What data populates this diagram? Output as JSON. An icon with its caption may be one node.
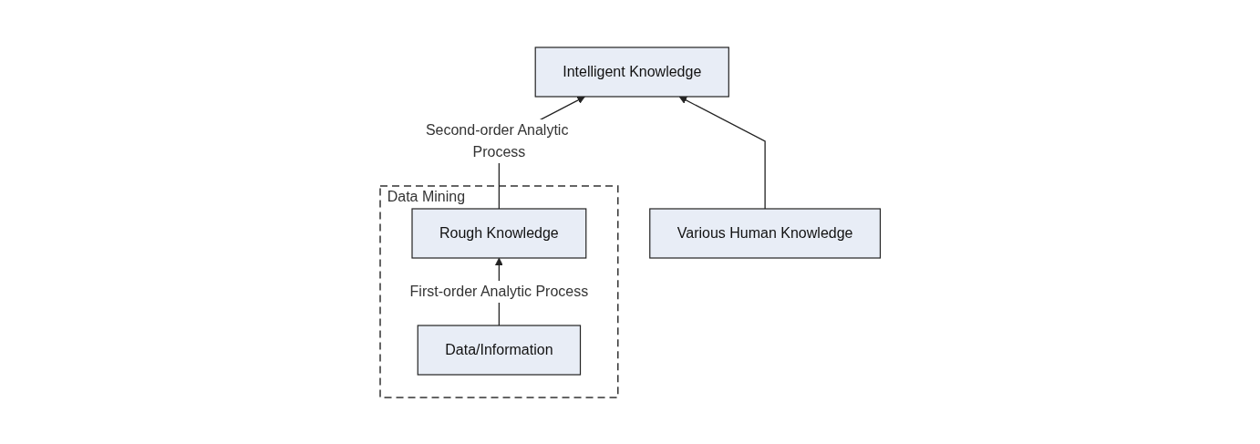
{
  "diagram": {
    "nodes": [
      {
        "text": [
          "Intelligent Knowledge"
        ]
      },
      {
        "text": [
          "Data Mining"
        ]
      },
      {
        "text": [
          "Rough Knowledge"
        ],
        "in": 1
      },
      {
        "text": [
          "Data/Information"
        ],
        "in": 1
      },
      {
        "text": [
          "Various Human Knowledge"
        ]
      }
    ],
    "edges": [
      {
        "from": 2,
        "to": 0,
        "arrow": "to",
        "label": "Second-order Analytic Process"
      },
      {
        "from": 4,
        "to": 0,
        "arrow": "to"
      },
      {
        "from": 3,
        "to": 2,
        "arrow": "to",
        "label": "First-order Analytic Process"
      }
    ]
  }
}
